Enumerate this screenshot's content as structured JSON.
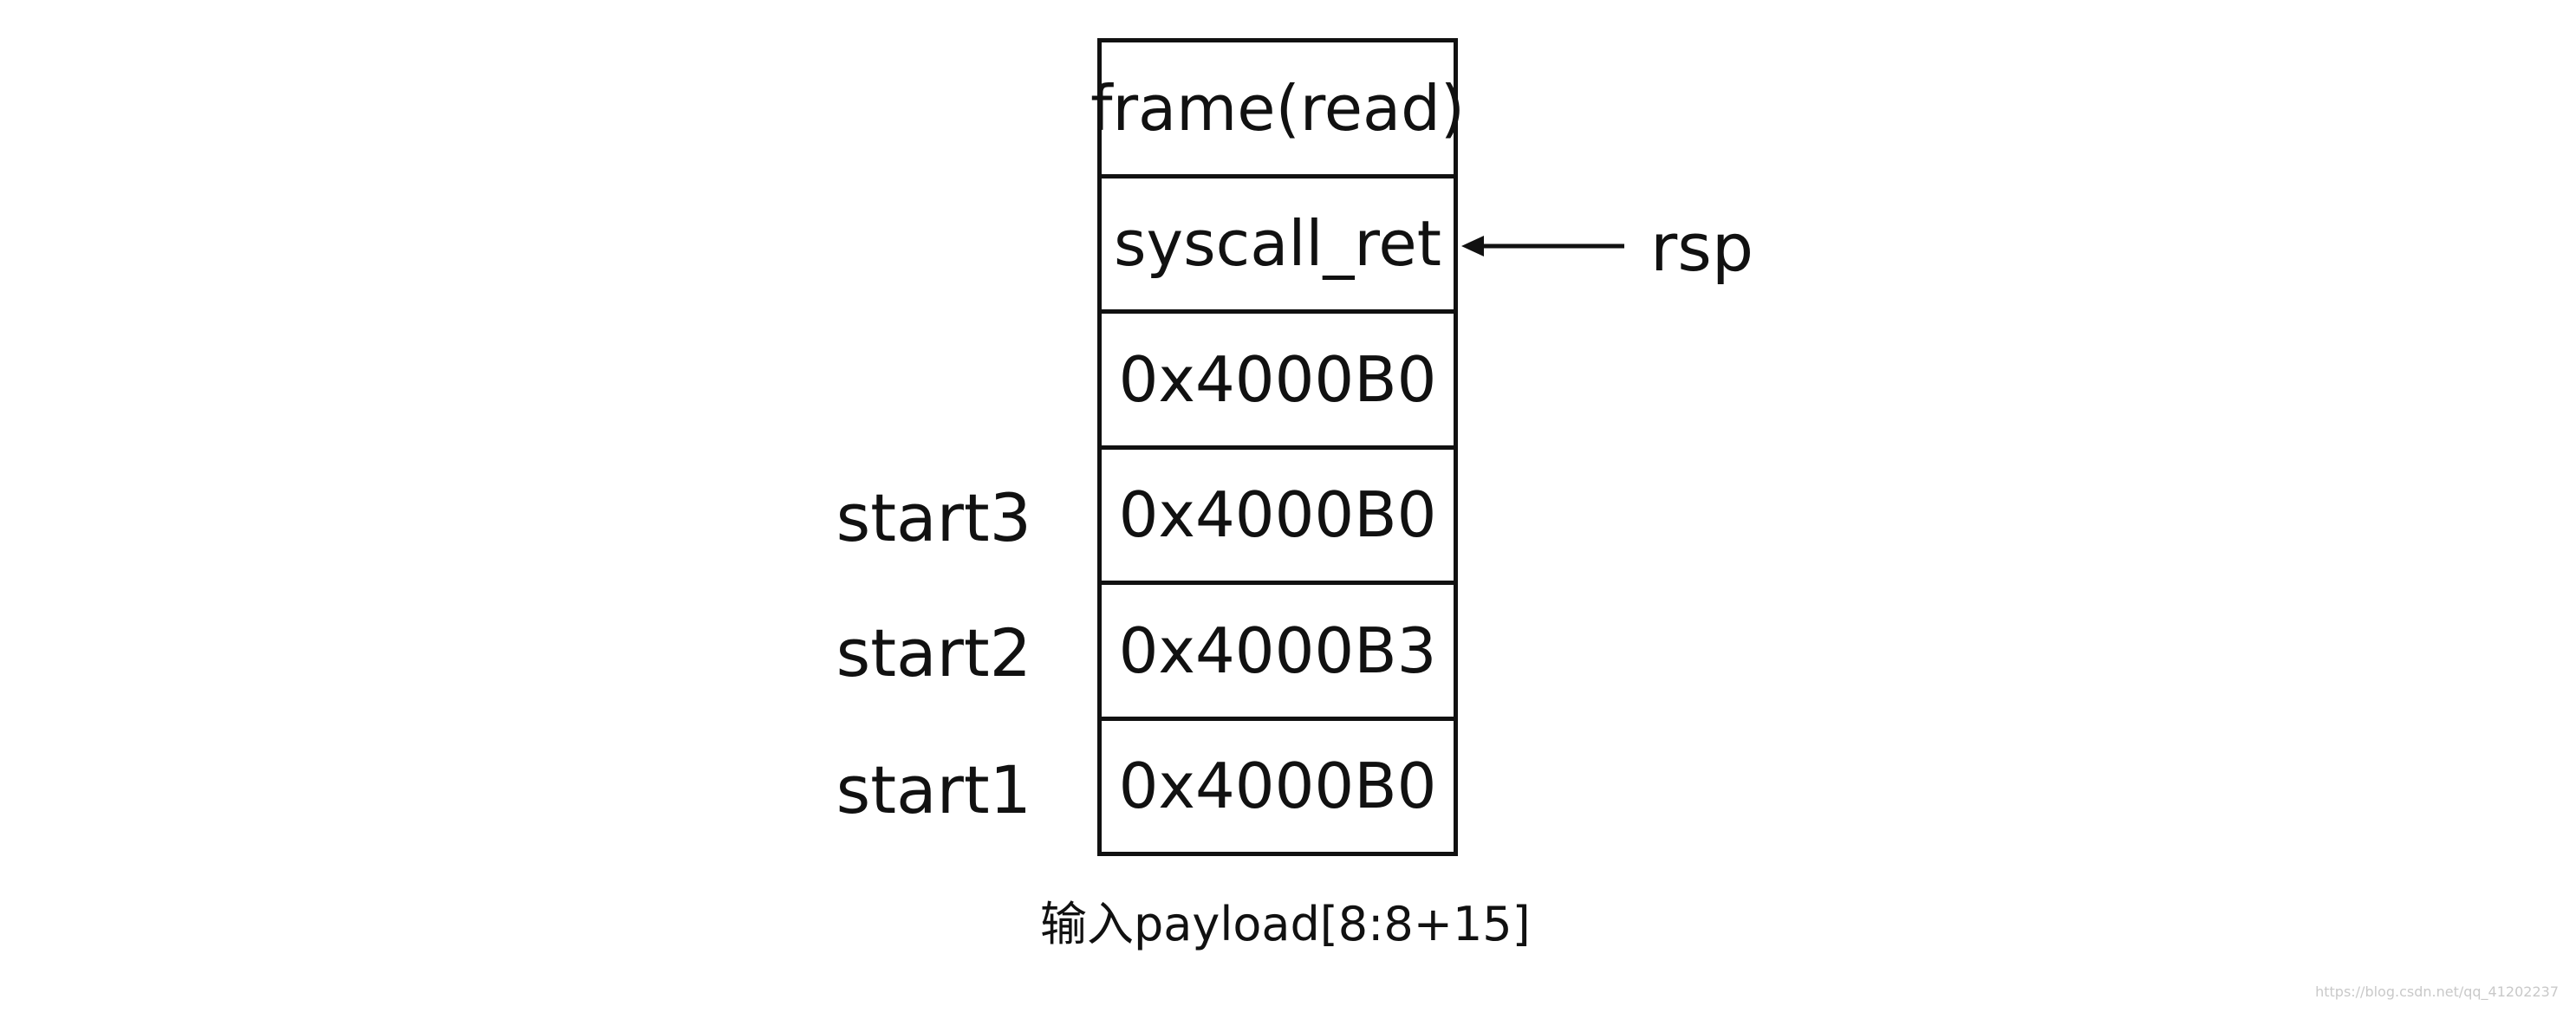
{
  "stack": {
    "cells": [
      "frame(read)",
      "syscall_ret",
      "0x4000B0",
      "0x4000B0",
      "0x4000B3",
      "0x4000B0"
    ]
  },
  "side_labels": {
    "start3": "start3",
    "start2": "start2",
    "start1": "start1"
  },
  "pointer": {
    "label": "rsp",
    "target_cell": "syscall_ret"
  },
  "caption": "输入payload[8:8+15]",
  "watermark": "https://blog.csdn.net/qq_41202237",
  "colors": {
    "line": "#111111",
    "background": "#ffffff",
    "watermark": "#c9c9c9"
  }
}
